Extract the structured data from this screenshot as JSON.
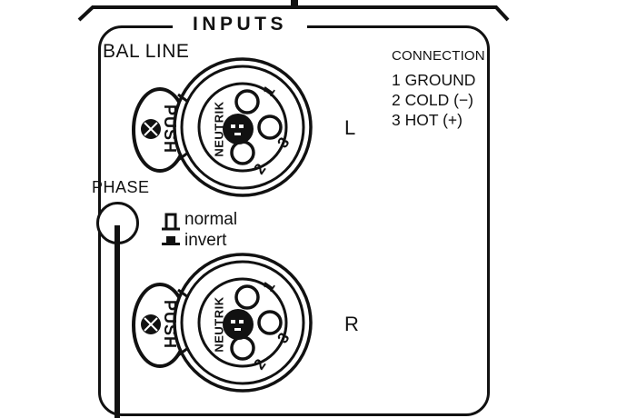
{
  "diagram": {
    "section_title": "INPUTS",
    "bal_line_label": "BAL LINE",
    "phase_label": "PHASE"
  },
  "connection_legend": {
    "title": "CONNECTION",
    "items": [
      "1 GROUND",
      "2 COLD (−)",
      "3 HOT (+)"
    ]
  },
  "phase_switch": {
    "normal_label": "normal",
    "invert_label": "invert"
  },
  "connectors": [
    {
      "channel": "L",
      "brand": "NEUTRIK",
      "latch_label": "PUSH",
      "pins": [
        "1",
        "2",
        "3"
      ]
    },
    {
      "channel": "R",
      "brand": "NEUTRIK",
      "latch_label": "PUSH",
      "pins": [
        "1",
        "2",
        "3"
      ]
    }
  ],
  "colors": {
    "ink": "#111111",
    "background": "#ffffff"
  }
}
